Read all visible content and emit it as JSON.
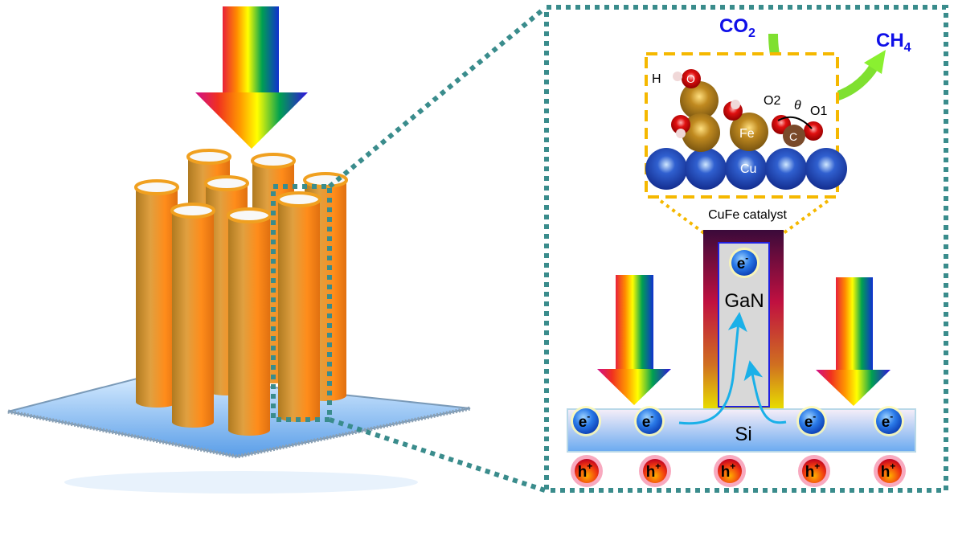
{
  "reaction": {
    "reactant_main": "CO",
    "reactant_sub": "2",
    "product_main": "CH",
    "product_sub": "4"
  },
  "catalyst": {
    "caption": "CuFe catalyst",
    "atoms": {
      "h": "H",
      "o": "O",
      "fe": "Fe",
      "o2": "O2",
      "theta": "θ",
      "o1": "O1",
      "c": "C",
      "cu": "Cu"
    }
  },
  "device": {
    "nanowire_label": "GaN",
    "substrate_label": "Si",
    "electron": "e",
    "electron_sup": "-",
    "hole": "h",
    "hole_sup": "+"
  },
  "colors": {
    "frame": "#3a8c8c",
    "catalyst_box": "#f5b800",
    "label_blue": "#1010e8",
    "arrow_green": "#7fe030",
    "electron_flow": "#1ab0e8"
  }
}
